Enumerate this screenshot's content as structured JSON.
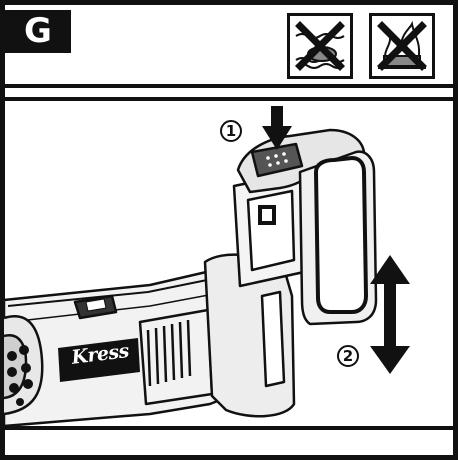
{
  "header": {
    "step_label": "G",
    "warning_icons": [
      {
        "icon": "no-water-icon"
      },
      {
        "icon": "no-fire-icon"
      }
    ]
  },
  "callouts": [
    {
      "number": "1"
    },
    {
      "number": "2"
    }
  ],
  "tool": {
    "brand": "Kress"
  }
}
